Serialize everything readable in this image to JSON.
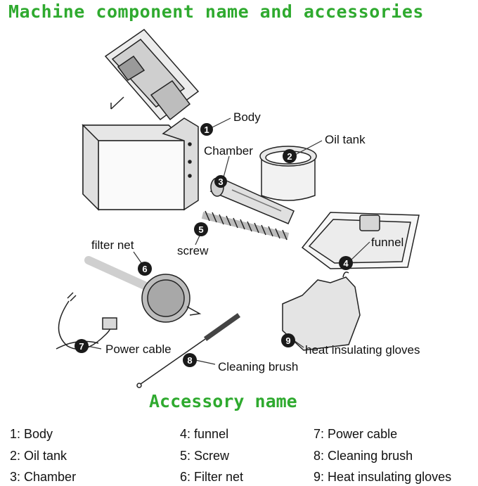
{
  "title": "Machine component name and accessories",
  "subtitle": "Accessory name",
  "callouts": [
    {
      "num": "1",
      "label": "Body"
    },
    {
      "num": "2",
      "label": "Oil tank"
    },
    {
      "num": "3",
      "label": "Chamber"
    },
    {
      "num": "4",
      "label": "funnel"
    },
    {
      "num": "5",
      "label": "screw"
    },
    {
      "num": "6",
      "label": "filter net"
    },
    {
      "num": "7",
      "label": "Power cable"
    },
    {
      "num": "8",
      "label": "Cleaning brush"
    },
    {
      "num": "9",
      "label": "heat insulating gloves"
    }
  ],
  "legend": [
    {
      "num": "1:",
      "label": "Body"
    },
    {
      "num": "2:",
      "label": "Oil tank"
    },
    {
      "num": "3:",
      "label": "Chamber"
    },
    {
      "num": "4:",
      "label": "funnel"
    },
    {
      "num": "5:",
      "label": "Screw"
    },
    {
      "num": "6:",
      "label": "Filter net"
    },
    {
      "num": "7:",
      "label": "Power cable"
    },
    {
      "num": "8:",
      "label": "Cleaning brush"
    },
    {
      "num": "9:",
      "label": "Heat insulating gloves"
    }
  ],
  "colors": {
    "title": "#2faa2f",
    "badge": "#1a1a1a",
    "line": "#333333"
  }
}
